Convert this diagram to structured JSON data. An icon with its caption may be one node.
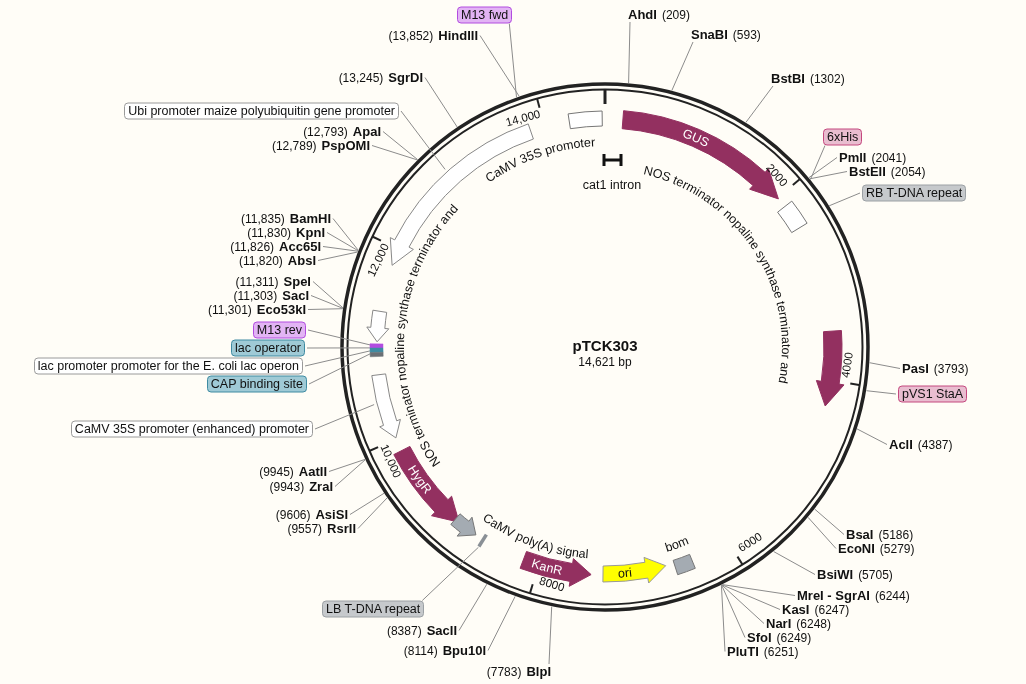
{
  "diagram": {
    "title": "pTCK303",
    "nodes": [
      {
        "text": [
          "M13 fwd"
        ]
      },
      {
        "text": [
          "(13,852)",
          "HindIII"
        ]
      },
      {
        "text": [
          "AhdI",
          "(209)"
        ]
      },
      {
        "text": [
          "SnaBI",
          "(593)"
        ]
      },
      {
        "text": [
          "(13,245)",
          "SgrDI"
        ]
      },
      {
        "text": [
          "BstBI",
          "(1302)"
        ]
      },
      {
        "text": [
          "Ubi promoter maize polyubiquitin gene promoter"
        ]
      },
      {
        "text": [
          "(12,793)",
          "ApaI"
        ]
      },
      {
        "text": [
          "(12,789)",
          "PspOMI"
        ]
      },
      {
        "text": [
          "6xHis"
        ]
      },
      {
        "text": [
          "PmlI",
          "(2041)"
        ]
      },
      {
        "text": [
          "BstEII",
          "(2054)"
        ]
      },
      {
        "text": [
          "RB T-DNA repeat"
        ]
      },
      {
        "text": [
          "(11,835)",
          "BamHI"
        ]
      },
      {
        "text": [
          "(11,830)",
          "KpnI"
        ]
      },
      {
        "text": [
          "(11,826)",
          "Acc65I"
        ]
      },
      {
        "text": [
          "(11,820)",
          "AbsI"
        ]
      },
      {
        "text": [
          "(11,311)",
          "SpeI"
        ]
      },
      {
        "text": [
          "(11,303)",
          "SacI"
        ]
      },
      {
        "text": [
          "(11,301)",
          "Eco53kI"
        ]
      },
      {
        "text": [
          "M13 rev"
        ]
      },
      {
        "text": [
          "lac operator"
        ]
      },
      {
        "text": [
          "lac promoter promoter for the E. coli lac operon"
        ]
      },
      {
        "text": [
          "CAP binding site"
        ]
      },
      {
        "text": [
          "PasI",
          "(3793)"
        ]
      },
      {
        "text": [
          "pVS1 StaA"
        ]
      },
      {
        "text": [
          "CaMV 35S promoter (enhanced) promoter"
        ]
      },
      {
        "text": [
          "AclI",
          "(4387)"
        ]
      },
      {
        "text": [
          "(9945)",
          "AatII"
        ]
      },
      {
        "text": [
          "(9943)",
          "ZraI"
        ]
      },
      {
        "text": [
          "(9606)",
          "AsiSI"
        ]
      },
      {
        "text": [
          "(9557)",
          "RsrII"
        ]
      },
      {
        "text": [
          "BsaI",
          "(5186)"
        ]
      },
      {
        "text": [
          "EcoNI",
          "(5279)"
        ]
      },
      {
        "text": [
          "BsiWI",
          "(5705)"
        ]
      },
      {
        "text": [
          "MreI - SgrAI",
          "(6244)"
        ]
      },
      {
        "text": [
          "KasI",
          "(6247)"
        ]
      },
      {
        "text": [
          "NarI",
          "(6248)"
        ]
      },
      {
        "text": [
          "SfoI",
          "(6249)"
        ]
      },
      {
        "text": [
          "PluTI",
          "(6251)"
        ]
      },
      {
        "text": [
          "LB T-DNA repeat"
        ]
      },
      {
        "text": [
          "(8387)",
          "SacII"
        ]
      },
      {
        "text": [
          "(8114)",
          "Bpu10I"
        ]
      },
      {
        "text": [
          "(7783)",
          "BlpI"
        ]
      },
      {
        "text": [
          "CaMV 35S promoter"
        ]
      },
      {
        "text": [
          "cat1 intron"
        ]
      },
      {
        "text": [
          "GUS"
        ]
      },
      {
        "text": [],
        "shape": "box"
      },
      {
        "text": [],
        "shape": "arrow"
      },
      {
        "text": [],
        "shape": "arrow"
      },
      {
        "text": [
          "NOS terminator nopaline synthase terminator and"
        ]
      },
      {
        "text": [],
        "shape": "bar"
      },
      {
        "text": [],
        "shape": "arrow"
      },
      {
        "text": [
          "HygR"
        ]
      },
      {
        "text": [
          "CaMV poly(A) signal"
        ]
      },
      {
        "text": [],
        "shape": "bar"
      },
      {
        "text": [
          "KanR"
        ]
      },
      {
        "text": [
          "ori"
        ]
      },
      {
        "text": [
          "bom"
        ]
      }
    ],
    "edges": [
      {
        "from": 0,
        "to": null,
        "arrow": "none"
      },
      {
        "from": 1,
        "to": null,
        "arrow": "none"
      },
      {
        "from": 2,
        "to": null,
        "arrow": "none"
      },
      {
        "from": 3,
        "to": null,
        "arrow": "none"
      },
      {
        "from": 4,
        "to": null,
        "arrow": "none"
      },
      {
        "from": 5,
        "to": null,
        "arrow": "none"
      },
      {
        "from": 6,
        "to": 49,
        "arrow": "none"
      },
      {
        "from": 7,
        "to": null,
        "arrow": "none"
      },
      {
        "from": 8,
        "to": null,
        "arrow": "none"
      },
      {
        "from": 9,
        "to": null,
        "arrow": "none"
      },
      {
        "from": 10,
        "to": null,
        "arrow": "none"
      },
      {
        "from": 11,
        "to": null,
        "arrow": "none"
      },
      {
        "from": 12,
        "to": null,
        "arrow": "none"
      },
      {
        "from": 13,
        "to": null,
        "arrow": "none"
      },
      {
        "from": 14,
        "to": null,
        "arrow": "none"
      },
      {
        "from": 15,
        "to": null,
        "arrow": "none"
      },
      {
        "from": 16,
        "to": null,
        "arrow": "none"
      },
      {
        "from": 17,
        "to": null,
        "arrow": "none"
      },
      {
        "from": 18,
        "to": null,
        "arrow": "none"
      },
      {
        "from": 19,
        "to": null,
        "arrow": "none"
      },
      {
        "from": 20,
        "to": 51,
        "arrow": "none"
      },
      {
        "from": 21,
        "to": 51,
        "arrow": "none"
      },
      {
        "from": 22,
        "to": 51,
        "arrow": "none"
      },
      {
        "from": 23,
        "to": 51,
        "arrow": "none"
      },
      {
        "from": 24,
        "to": null,
        "arrow": "none"
      },
      {
        "from": 25,
        "to": null,
        "arrow": "none"
      },
      {
        "from": 26,
        "to": 52,
        "arrow": "none"
      },
      {
        "from": 27,
        "to": null,
        "arrow": "none"
      },
      {
        "from": 28,
        "to": null,
        "arrow": "none"
      },
      {
        "from": 29,
        "to": null,
        "arrow": "none"
      },
      {
        "from": 30,
        "to": null,
        "arrow": "none"
      },
      {
        "from": 31,
        "to": null,
        "arrow": "none"
      },
      {
        "from": 32,
        "to": null,
        "arrow": "none"
      },
      {
        "from": 33,
        "to": null,
        "arrow": "none"
      },
      {
        "from": 34,
        "to": null,
        "arrow": "none"
      },
      {
        "from": 35,
        "to": null,
        "arrow": "none"
      },
      {
        "from": 36,
        "to": null,
        "arrow": "none"
      },
      {
        "from": 37,
        "to": null,
        "arrow": "none"
      },
      {
        "from": 38,
        "to": null,
        "arrow": "none"
      },
      {
        "from": 39,
        "to": null,
        "arrow": "none"
      },
      {
        "from": 40,
        "to": 55,
        "arrow": "none"
      },
      {
        "from": 41,
        "to": null,
        "arrow": "none"
      },
      {
        "from": 42,
        "to": null,
        "arrow": "none"
      },
      {
        "from": 43,
        "to": null,
        "arrow": "none"
      }
    ],
    "labels": [
      "14,621 bp",
      "2000",
      "4000",
      "6000",
      "8000",
      "10,000",
      "12,000",
      "14,000",
      "NOS terminator nopaline synthase terminator and"
    ]
  }
}
